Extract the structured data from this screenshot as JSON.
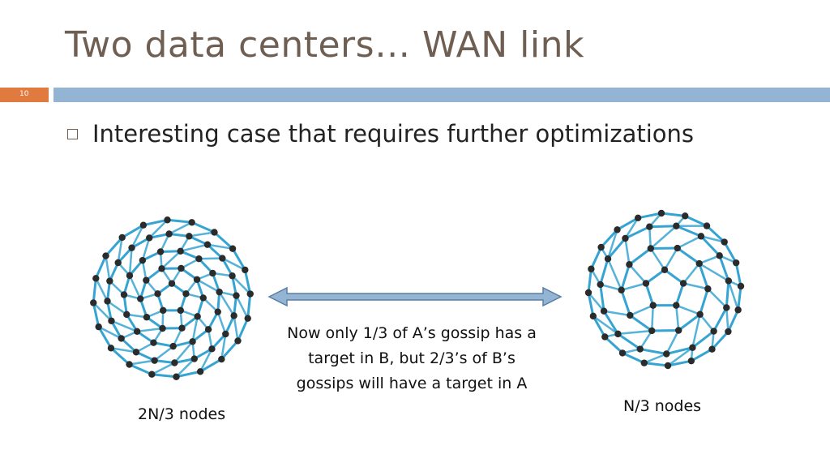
{
  "slide": {
    "title": "Two data centers… WAN link",
    "number": "10",
    "bullet": "Interesting case that requires further optimizations",
    "center_text": [
      "Now only 1/3 of A’s gossip has a",
      "target in B, but 2/3’s of B’s",
      "gossips will have a target in A"
    ],
    "left_caption": "2N/3 nodes",
    "right_caption": "N/3 nodes"
  },
  "colors": {
    "title": "#6f5f53",
    "accent_orange": "#e07a3f",
    "rule_blue": "#93b4d3",
    "bond_blue": "#2a9fd0",
    "atom": "#2b2b2b",
    "arrow_fill": "#93b4d3",
    "arrow_stroke": "#5b7ea6"
  },
  "icons": {
    "left_molecule": "fullerene-molecule-icon",
    "right_molecule": "fullerene-molecule-icon",
    "bullet": "square-bullet-icon",
    "link": "double-arrow-icon"
  }
}
